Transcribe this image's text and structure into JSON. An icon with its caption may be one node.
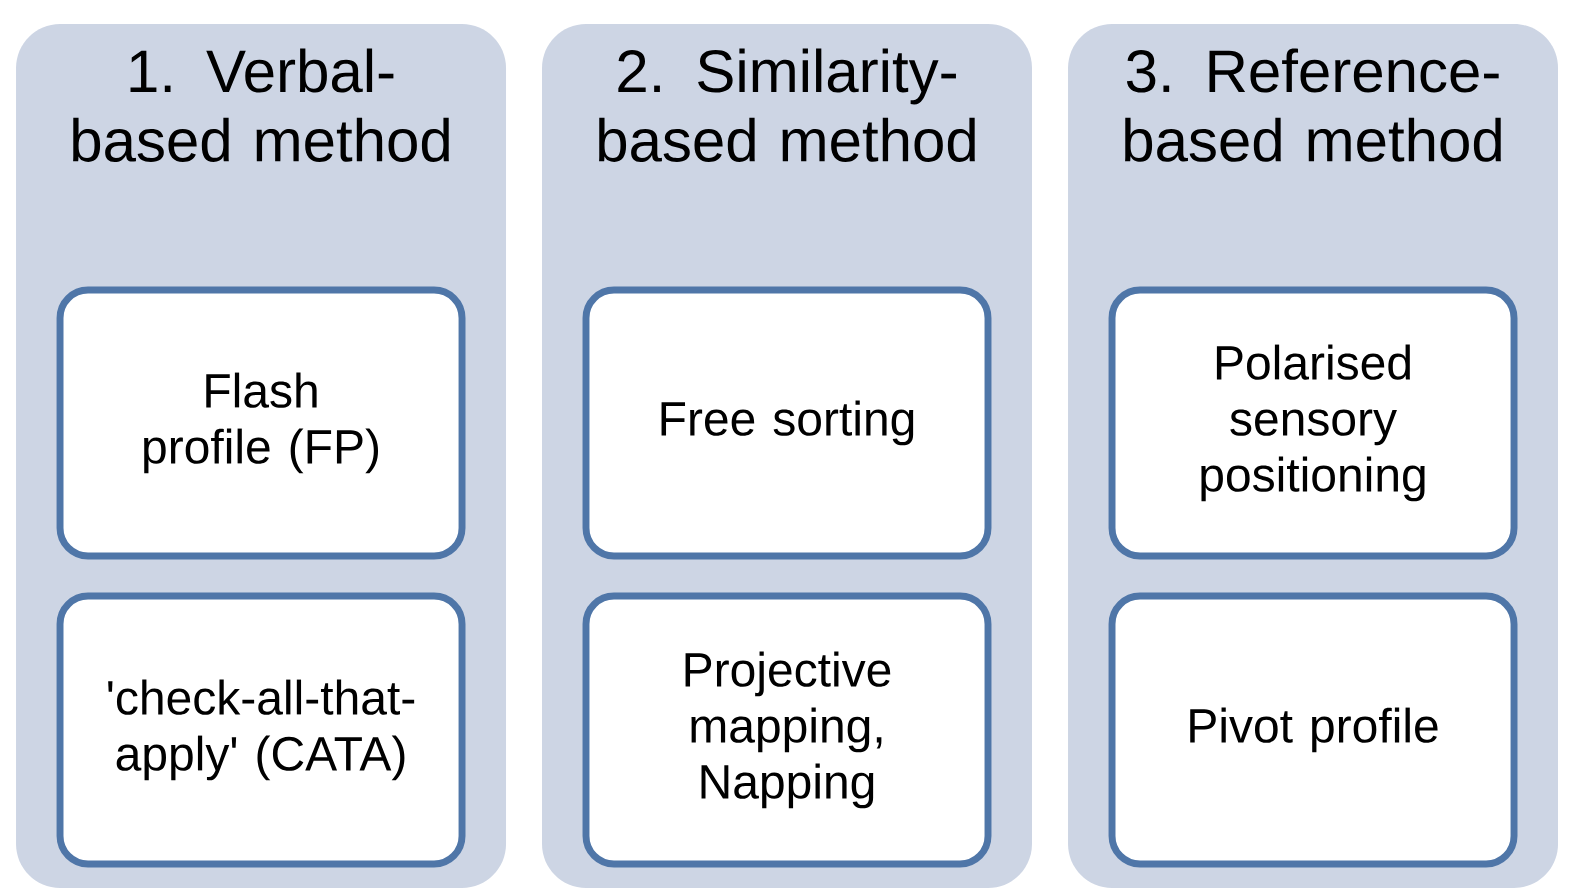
{
  "diagram": {
    "nodes": [
      {
        "text": [
          "1. Verbal-based method"
        ]
      },
      {
        "text": [
          "Flash profile (FP)"
        ],
        "in": 0
      },
      {
        "text": [
          "'check-all-that-apply' (CATA)"
        ],
        "in": 0
      },
      {
        "text": [
          "2. Similarity-based method"
        ]
      },
      {
        "text": [
          "Free sorting"
        ],
        "in": 3
      },
      {
        "text": [
          "Projective mapping, Napping"
        ],
        "in": 3
      },
      {
        "text": [
          "3. Reference-based method"
        ]
      },
      {
        "text": [
          "Polarised sensory positioning"
        ],
        "in": 6
      },
      {
        "text": [
          "Pivot profile"
        ],
        "in": 6
      }
    ]
  }
}
